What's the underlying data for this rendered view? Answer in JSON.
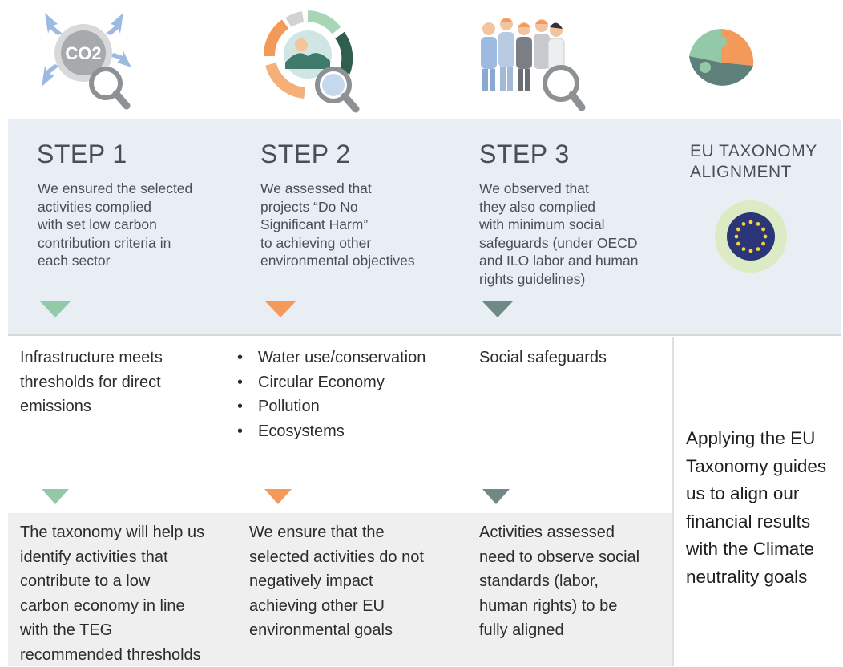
{
  "steps": [
    {
      "title": "STEP 1",
      "description": [
        "We ensured the selected",
        "activities complied",
        "with set low carbon",
        "contribution criteria in",
        "each sector"
      ],
      "criteria": [
        "Infrastructure meets",
        "thresholds for direct",
        "emissions"
      ],
      "explanation": [
        "The taxonomy will help us",
        "identify activities that",
        "contribute to a low",
        "carbon economy in line",
        "with the TEG",
        "recommended thresholds"
      ],
      "accent_color": "#93c9a6",
      "icon": "co2-magnifier-icon",
      "icon_label": "CO2"
    },
    {
      "title": "STEP 2",
      "description": [
        "We assessed that",
        "projects “Do No",
        "Significant Harm”",
        "to achieving other",
        "environmental objectives"
      ],
      "criteria_bullets": [
        "Water use/conservation",
        "Circular Economy",
        "Pollution",
        "Ecosystems"
      ],
      "bullet_glyph": "•",
      "explanation": [
        "We ensure that the",
        "selected activities do not",
        "negatively impact",
        "achieving other EU",
        "environmental goals"
      ],
      "accent_color": "#f39a5b",
      "icon": "environment-wheel-magnifier-icon"
    },
    {
      "title": "STEP 3",
      "description": [
        "We observed that",
        "they also complied",
        "with minimum social",
        "safeguards (under OECD",
        "and ILO labor and human",
        "rights guidelines)"
      ],
      "criteria": [
        "Social safeguards"
      ],
      "explanation": [
        "Activities assessed",
        "need to observe social",
        "standards (labor,",
        "human rights) to be",
        "fully aligned"
      ],
      "accent_color": "#6f8a86",
      "icon": "workers-magnifier-icon"
    }
  ],
  "alignment": {
    "title_lines": [
      "EU TAXONOMY",
      "ALIGNMENT"
    ],
    "text_lines": [
      "Applying the EU",
      "Taxonomy guides",
      "us to align our",
      "financial results",
      "with the Climate",
      "neutrality goals"
    ],
    "icon": "puzzle-icon",
    "badge_icon": "eu-flag-icon"
  }
}
